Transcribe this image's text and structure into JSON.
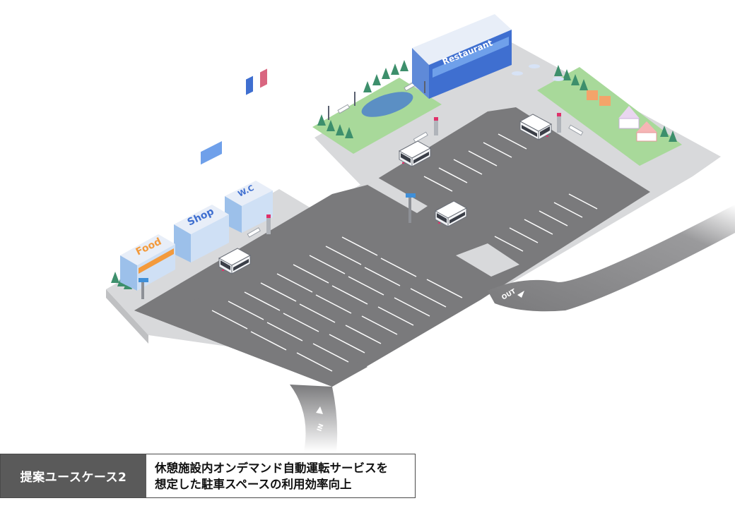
{
  "signs": {
    "restaurant": "Restaurant",
    "food": "Food",
    "shop": "Shop",
    "wc": "W.C",
    "road_out": "OUT",
    "road_in": "IN"
  },
  "caption": {
    "tag": "提案ユースケース2",
    "line1": "休憩施設内オンデマンド自動運転サービスを",
    "line2": "想定した駐車スペースの利用効率向上"
  },
  "colors": {
    "asphalt": "#7a7a7c",
    "sidewalk": "#d8d9db",
    "lawn": "#a8d99a",
    "building_blue": "#3f6fd0",
    "caption_tag": "#5a5a5a"
  }
}
